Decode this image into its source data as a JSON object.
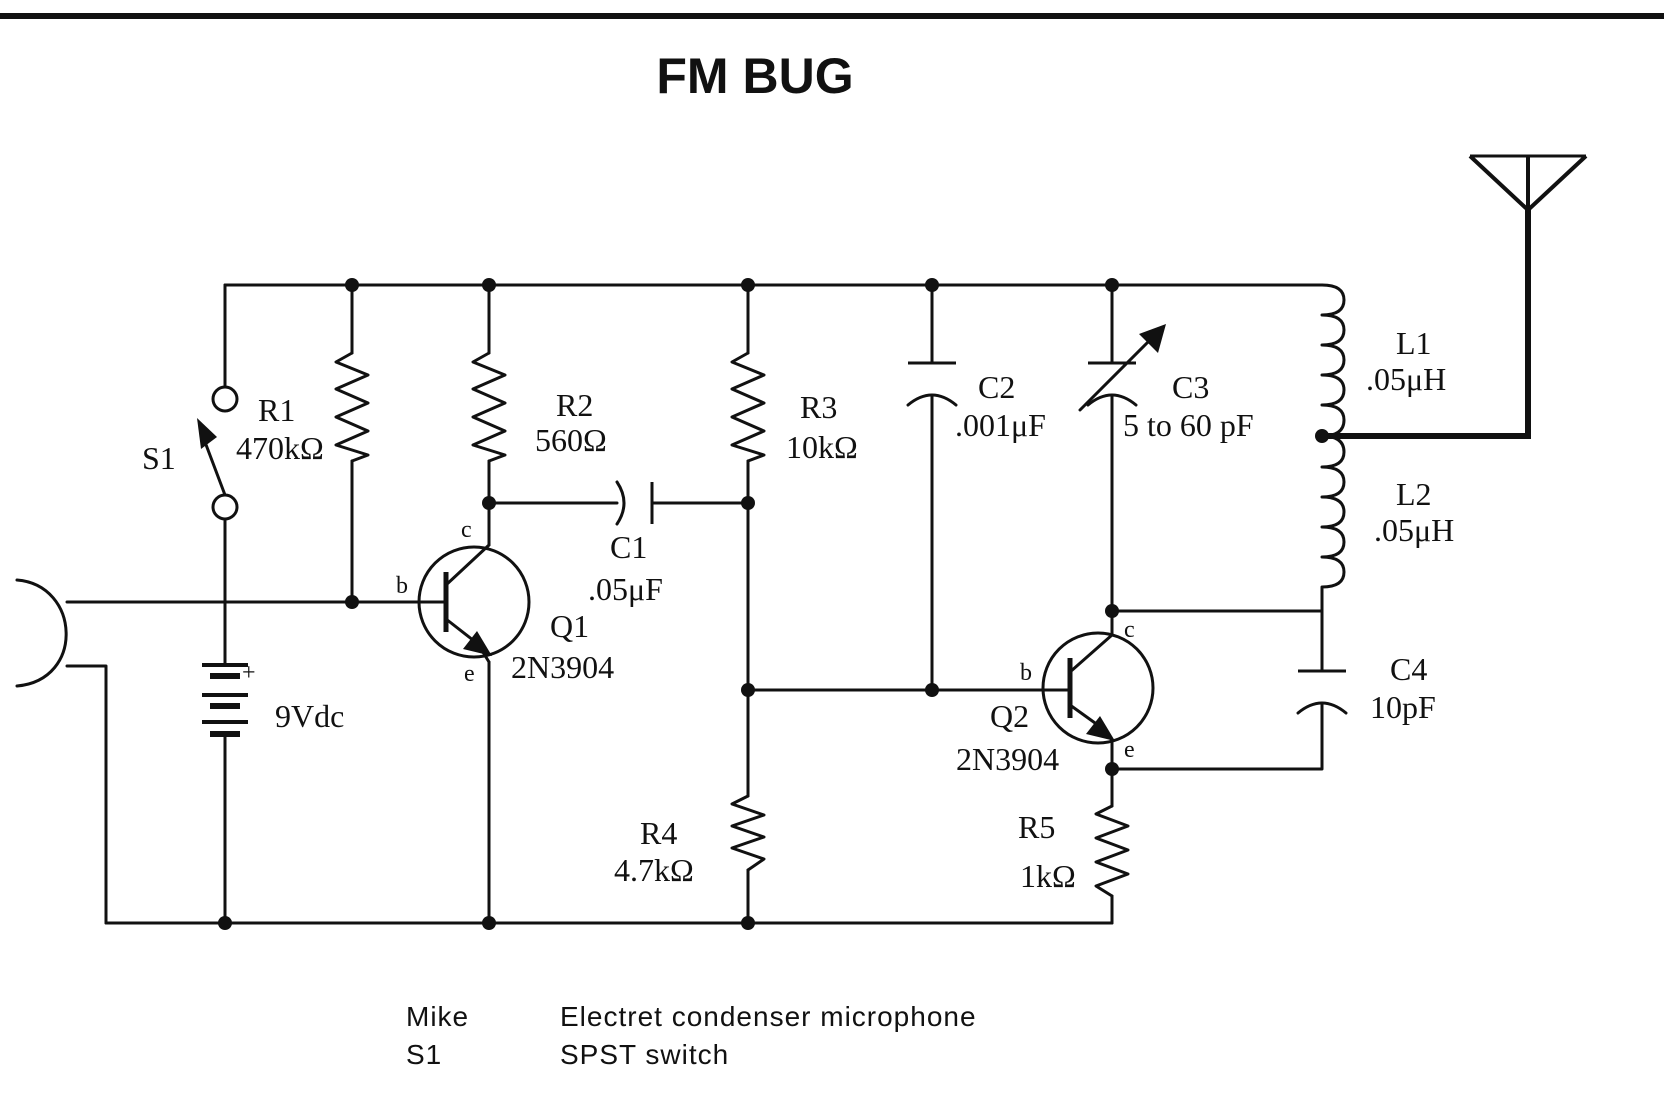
{
  "title": "FM BUG",
  "components": {
    "S1": {
      "ref": "S1"
    },
    "R1": {
      "ref": "R1",
      "value": "470kΩ"
    },
    "R2": {
      "ref": "R2",
      "value": "560Ω"
    },
    "R3": {
      "ref": "R3",
      "value": "10kΩ"
    },
    "R4": {
      "ref": "R4",
      "value": "4.7kΩ"
    },
    "R5": {
      "ref": "R5",
      "value": "1kΩ"
    },
    "C1": {
      "ref": "C1",
      "value": ".05μF"
    },
    "C2": {
      "ref": "C2",
      "value": ".001μF"
    },
    "C3": {
      "ref": "C3",
      "value": "5 to 60 pF"
    },
    "C4": {
      "ref": "C4",
      "value": "10pF"
    },
    "L1": {
      "ref": "L1",
      "value": ".05μH"
    },
    "L2": {
      "ref": "L2",
      "value": ".05μH"
    },
    "Q1": {
      "ref": "Q1",
      "value": "2N3904"
    },
    "Q2": {
      "ref": "Q2",
      "value": "2N3904"
    },
    "battery": {
      "value": "9Vdc",
      "plus": "+"
    }
  },
  "pins": {
    "b": "b",
    "c": "c",
    "e": "e"
  },
  "legend": [
    {
      "key": "Mike",
      "desc": "Electret condenser microphone"
    },
    {
      "key": "S1",
      "desc": "SPST switch"
    }
  ]
}
